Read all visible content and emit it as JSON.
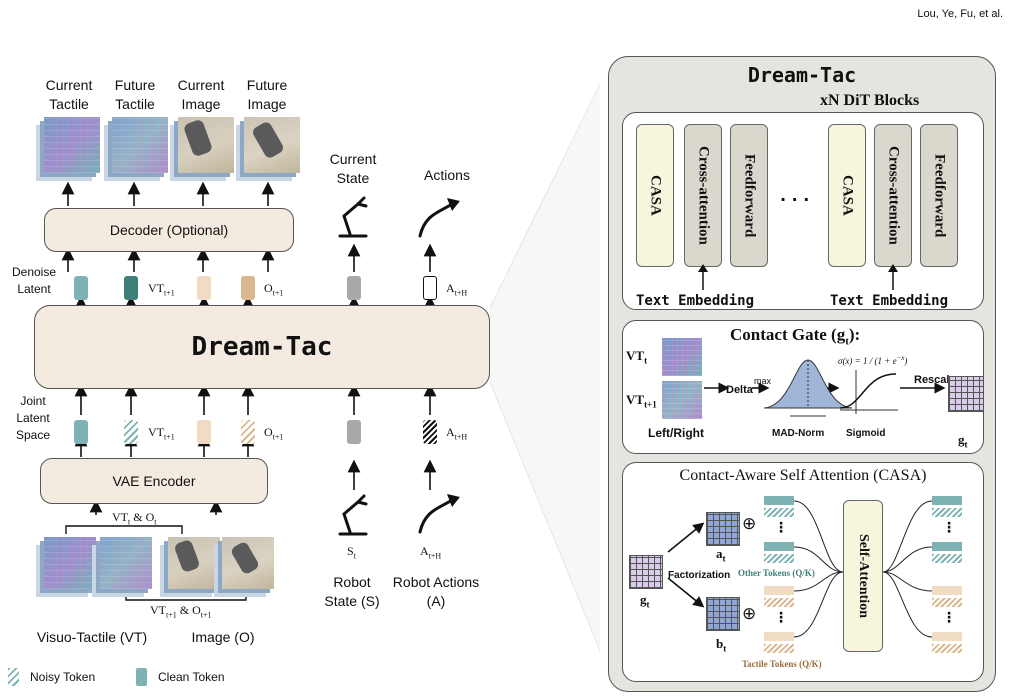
{
  "header": {
    "authors": "Lou, Ye, Fu, et al."
  },
  "left": {
    "top_labels": [
      "Current Tactile",
      "Future Tactile",
      "Current Image",
      "Future Image"
    ],
    "decoder": "Decoder (Optional)",
    "current_state": "Current State",
    "actions": "Actions",
    "denoise_latent": "Denoise Latent",
    "vt_next": "VT",
    "vt_next_sub": "t+1",
    "o_next": "O",
    "o_next_sub": "t+1",
    "a_h": "A",
    "a_h_sub": "t+H",
    "model": "Dream-Tac",
    "joint_latent": "Joint Latent Space",
    "vae": "VAE Encoder",
    "vt_o": "VT",
    "vt_o_sub": "t",
    "vt_o_amp": " & O",
    "vt_o_sub2": "t",
    "vt_o_next": "VT",
    "vt_o_next_sub": "t+1",
    "vt_o_next_amp": " & O",
    "vt_o_next_sub2": "t+1",
    "s_t": "S",
    "s_t_sub": "t",
    "robot_state": "Robot State (S)",
    "robot_actions": "Robot Actions (A)",
    "vt_label": "Visuo-Tactile (VT)",
    "image_label": "Image (O)",
    "legend_noisy": "Noisy Token",
    "legend_clean": "Clean Token"
  },
  "right": {
    "title": "Dream-Tac",
    "subtitle": "xN DiT Blocks",
    "blocks": [
      "CASA",
      "Cross-attention",
      "Feedforward"
    ],
    "dots": "· · ·",
    "text_embedding": "Text Embedding",
    "gate_title": "Contact Gate (g",
    "gate_title_sub": "t",
    "gate_title_end": "):",
    "vt_t": "VT",
    "vt_t_sub": "t",
    "vt_t1": "VT",
    "vt_t1_sub": "t+1",
    "left_right": "Left/Right",
    "delta": "Delta",
    "max": "max",
    "mad_norm": "MAD-Norm",
    "sigmoid": "Sigmoid",
    "sigma_formula": "σ(x) = 1 / (1 + e",
    "sigma_exp": "−x",
    "rescale": "Rescale",
    "g_t": "g",
    "g_t_sub": "t",
    "casa_title": "Contact-Aware Self Attention (CASA)",
    "a_t": "a",
    "a_t_sub": "t",
    "b_t": "b",
    "b_t_sub": "t",
    "factorization": "Factorization",
    "other_tokens": "Other Tokens (Q/K)",
    "self_attention": "Self-Attention",
    "tactile_tokens": "Tactile Tokens (Q/K)",
    "vdots": "⋮",
    "oplus": "⊕"
  },
  "colors": {
    "teal": "#7fb3b3",
    "teal_dark": "#3f7f7a",
    "beige": "#efdcc3",
    "tan": "#d9b88f",
    "gray": "#a9a9a9",
    "panel_bg": "#e6e4df",
    "casa_bg": "#f7f5dc",
    "block_bg": "#dad8cd"
  }
}
